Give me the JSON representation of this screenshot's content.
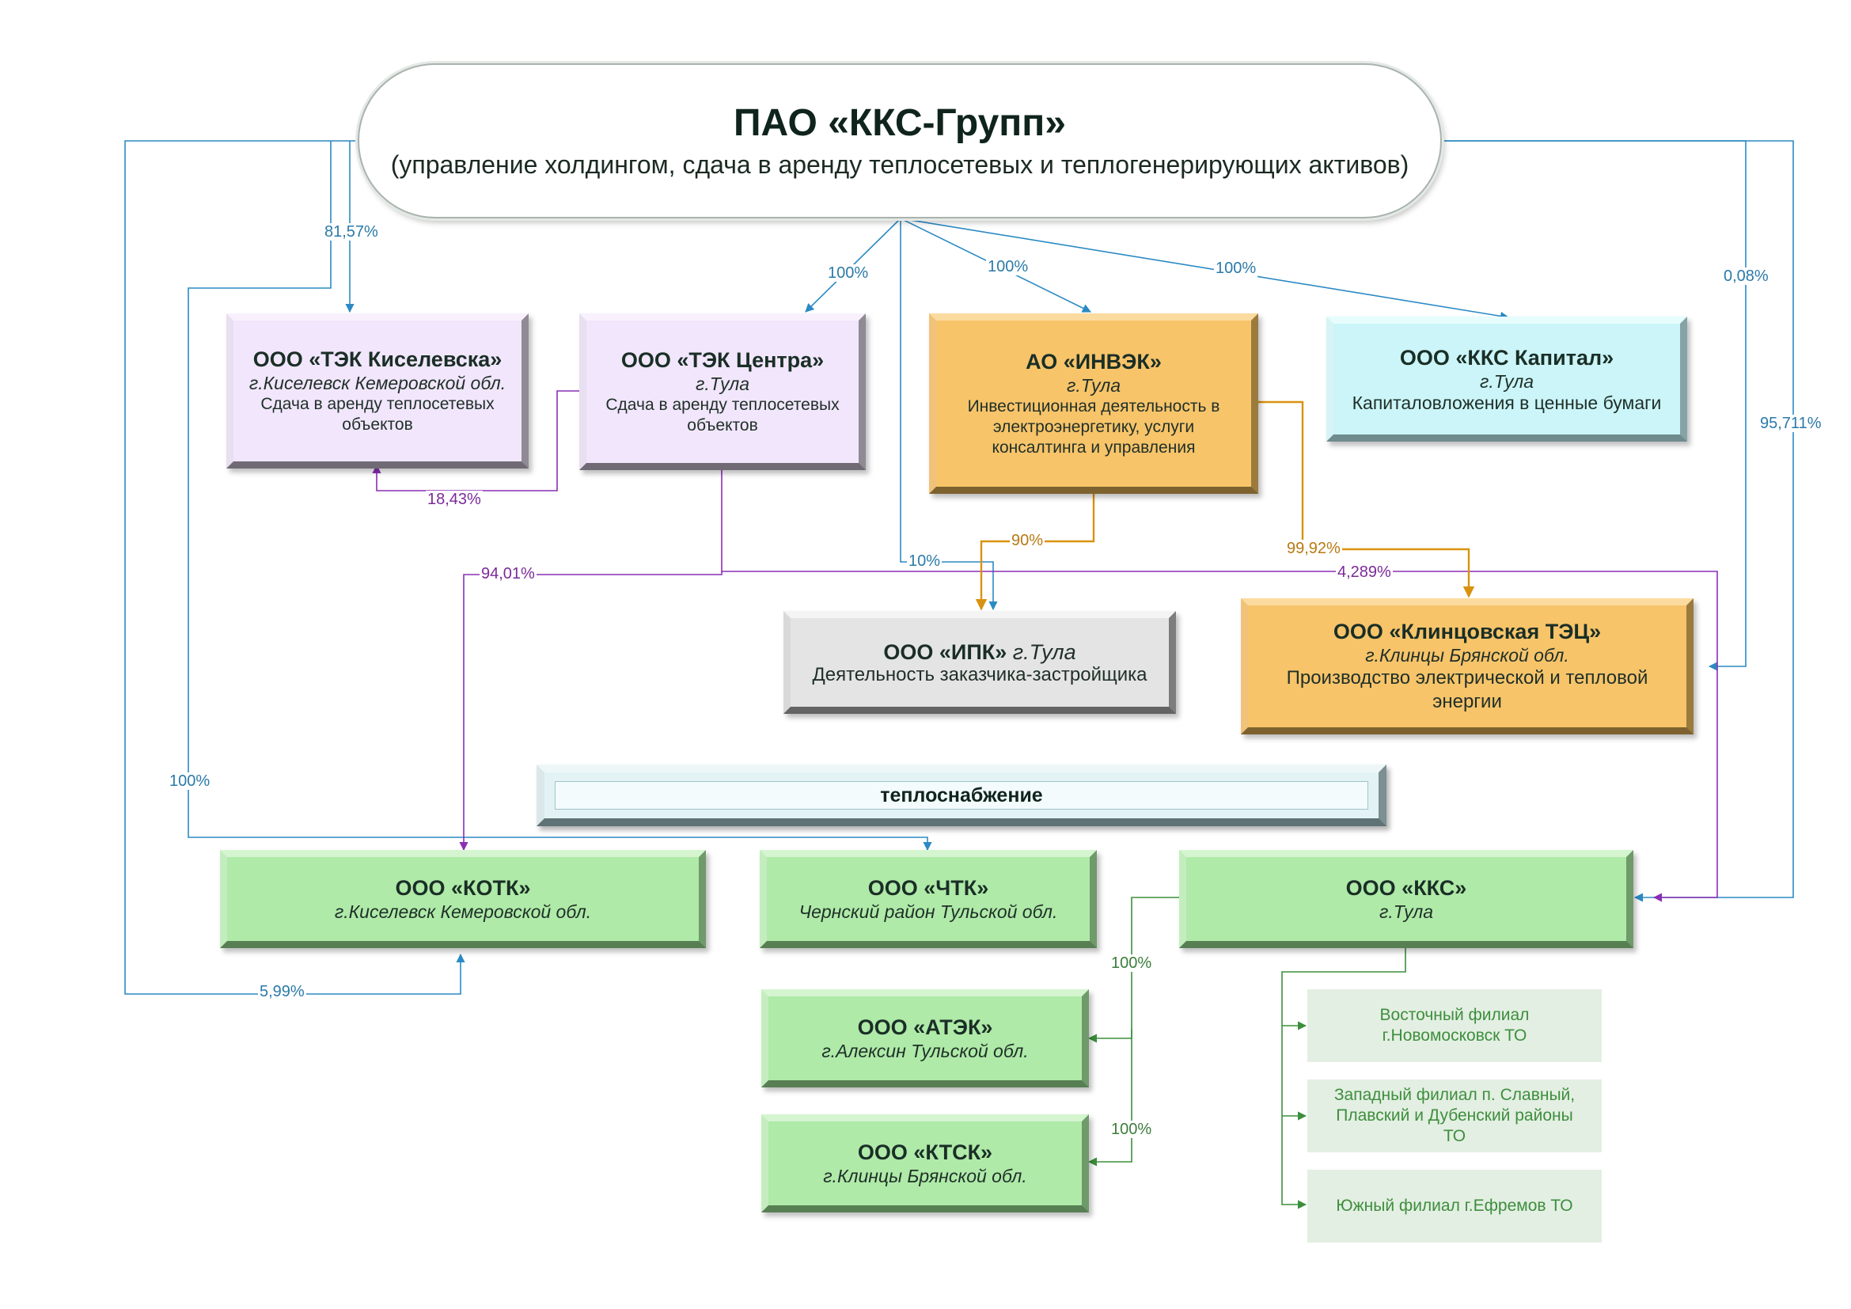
{
  "head": {
    "title": "ПАО «ККС-Групп»",
    "subtitle": "(управление холдингом, сдача в аренду теплосетевых и теплогенерирующих активов)"
  },
  "companies": {
    "tek_kiselevska": {
      "name": "ООО «ТЭК Киселевска»",
      "city": "г.Киселевск Кемеровской обл.",
      "desc": "Сдача в аренду теплосетевых объектов"
    },
    "tek_centra": {
      "name": "ООО «ТЭК Центра»",
      "city": "г.Тула",
      "desc": "Сдача в аренду теплосетевых объектов"
    },
    "invek": {
      "name": "АО «ИНВЭК»",
      "city": "г.Тула",
      "desc": "Инвестиционная деятельность в электроэнергетику, услуги консалтинга и управления"
    },
    "kks_capital": {
      "name": "ООО «ККС Капитал»",
      "city": "г.Тула",
      "desc": "Капиталовложения в ценные бумаги"
    },
    "ipk": {
      "name": "ООО «ИПК»",
      "city": "г.Тула",
      "desc": "Деятельность заказчика-застройщика"
    },
    "klintsy_tec": {
      "name": "ООО «Клинцовская ТЭЦ»",
      "city": "г.Клинцы Брянской обл.",
      "desc": "Производство электрической и тепловой энергии"
    },
    "kotk": {
      "name": "ООО «КОТК»",
      "city": "г.Киселевск Кемеровской обл."
    },
    "chtk": {
      "name": "ООО «ЧТК»",
      "city": "Чернский район Тульской обл."
    },
    "kks": {
      "name": "ООО «ККС»",
      "city": "г.Тула"
    },
    "atek": {
      "name": "ООО «АТЭК»",
      "city": "г.Алексин Тульской обл."
    },
    "ktsk": {
      "name": "ООО «КТСК»",
      "city": "г.Клинцы Брянской обл."
    }
  },
  "branches": [
    "Восточный филиал г.Новомосковск ТО",
    "Западный филиал п. Славный, Плавский и Дубенский районы ТО",
    "Южный филиал г.Ефремов ТО"
  ],
  "section_label": "теплоснабжение",
  "percentages": {
    "p_8157": "81,57%",
    "p_100_tek_centra": "100%",
    "p_100_invek": "100%",
    "p_100_kks_capital": "100%",
    "p_008": "0,08%",
    "p_95711": "95,711%",
    "p_1843": "18,43%",
    "p_9401": "94,01%",
    "p_90": "90%",
    "p_10": "10%",
    "p_9992": "99,92%",
    "p_4289": "4,289%",
    "p_100_chtk": "100%",
    "p_599": "5,99%",
    "p_100_atek": "100%",
    "p_100_ktsk": "100%"
  },
  "colors": {
    "blue": "#2b8ac4",
    "purple": "#8a2fb4",
    "orange": "#d9920f",
    "green": "#3b8f3b"
  }
}
